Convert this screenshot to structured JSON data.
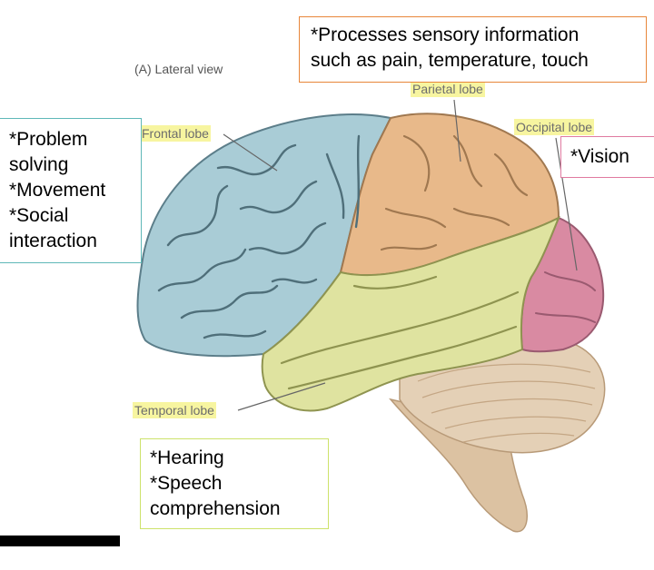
{
  "view_title": "(A) Lateral view",
  "lobes": {
    "frontal": {
      "label": "Frontal lobe",
      "functions": [
        "*Problem",
        "solving",
        "*Movement",
        "*Social",
        "interaction"
      ],
      "color": "#a9ccd6"
    },
    "parietal": {
      "label": "Parietal lobe",
      "functions": [
        "*Processes sensory information",
        "such as pain, temperature, touch"
      ],
      "color": "#e8b98a"
    },
    "occipital": {
      "label": "Occipital lobe",
      "functions": [
        "*Vision"
      ],
      "color": "#d98aa2"
    },
    "temporal": {
      "label": "Temporal lobe",
      "functions": [
        "*Hearing",
        "*Speech",
        "comprehension"
      ],
      "color": "#dfe3a0"
    }
  },
  "colors": {
    "highlight": "#f7f5a0",
    "cerebellum": "#e2ccb2",
    "brainstem": "#d9bfa0"
  }
}
